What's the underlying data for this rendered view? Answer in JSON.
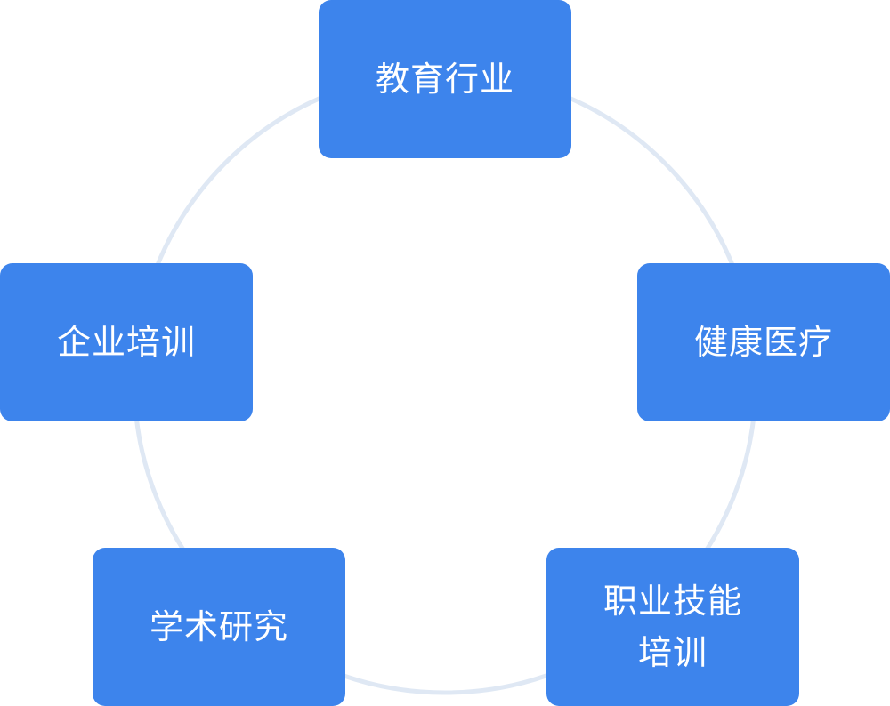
{
  "diagram": {
    "ring_color": "#dfe8f4",
    "node_color": "#3d84ec",
    "text_color": "#ffffff",
    "nodes": [
      {
        "label": "教育行业"
      },
      {
        "label": "健康医疗"
      },
      {
        "label": "职业技能培训"
      },
      {
        "label": "学术研究"
      },
      {
        "label": "企业培训"
      }
    ]
  }
}
